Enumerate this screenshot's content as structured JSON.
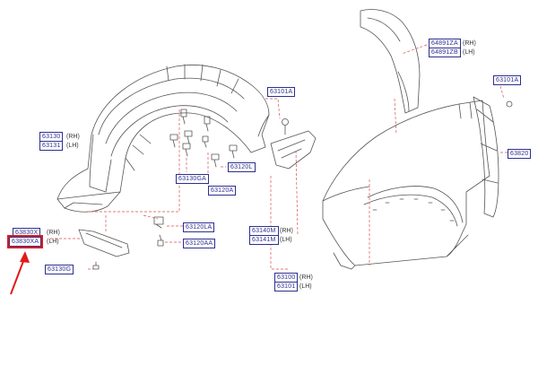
{
  "colors": {
    "label_border": "#2d2f8f",
    "highlight": "#e01b1b",
    "line": "#555555",
    "leader": "#d9534f"
  },
  "labels": {
    "p63830_rh": "63830X",
    "p63830_lh": "63830XA",
    "p63130g": "63130G",
    "p63130_rh": "63130",
    "p63131_lh": "63131",
    "p63130ga": "63130GA",
    "p63120a": "63120A",
    "p63120l": "63120L",
    "p63120la": "63120LA",
    "p63120aa": "63120AA",
    "p63101a_mid": "63101A",
    "p63140m_rh": "63140M",
    "p63141m_lh": "63141M",
    "p63100_rh": "63100",
    "p63101_lh": "63101",
    "p64891za_rh": "64891ZA",
    "p64891zb_lh": "64891ZB",
    "p63101a_right": "63101A",
    "p63820": "63820"
  },
  "side": {
    "rh": "(RH)",
    "lh": "(LH)",
    "lh_alt": "(LH)"
  },
  "icons": {
    "pointer": "red-arrow-icon"
  }
}
